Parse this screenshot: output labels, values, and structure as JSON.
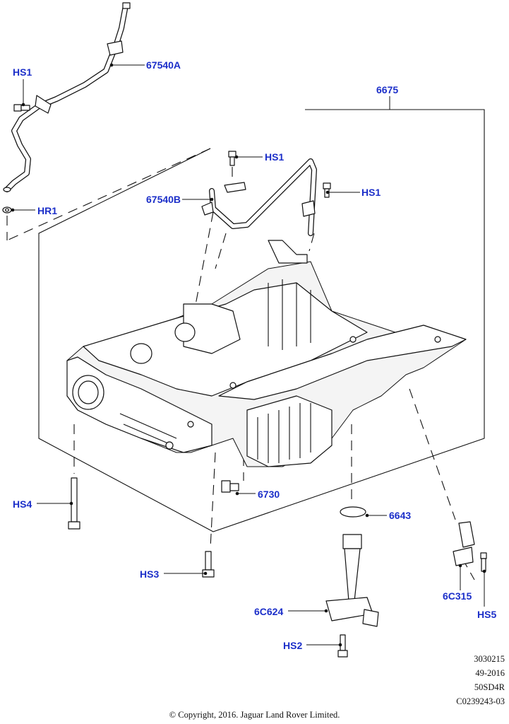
{
  "diagram": {
    "labels": {
      "l_67540A": "67540A",
      "l_6675": "6675",
      "l_HS1_a": "HS1",
      "l_HS1_b": "HS1",
      "l_HS1_c": "HS1",
      "l_HR1": "HR1",
      "l_67540B": "67540B",
      "l_HS4": "HS4",
      "l_6730": "6730",
      "l_6643": "6643",
      "l_HS3": "HS3",
      "l_6C624": "6C624",
      "l_6C315": "6C315",
      "l_HS5": "HS5",
      "l_HS2": "HS2"
    },
    "label_color": "#1c2fc9"
  },
  "reference": {
    "line1": "3030215",
    "line2": "49-2016",
    "line3": "50SD4R",
    "line4": "C0239243-03"
  },
  "copyright": "© Copyright, 2016. Jaguar Land Rover Limited."
}
